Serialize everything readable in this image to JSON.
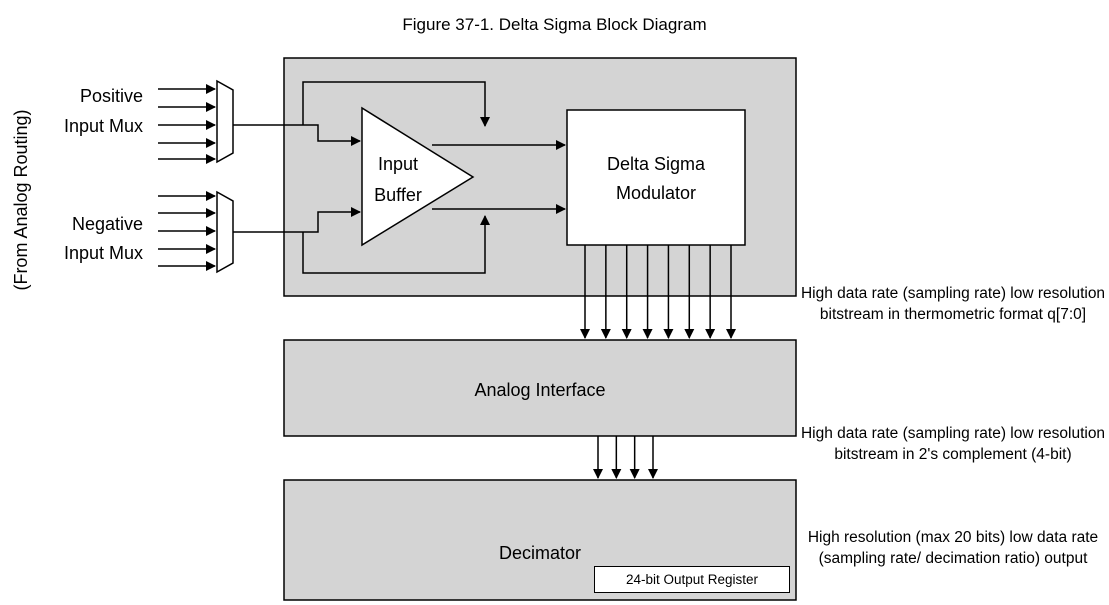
{
  "figure_title": "Figure 37-1.  Delta Sigma Block Diagram",
  "side_label": "(From Analog Routing)",
  "positive_mux": {
    "line1": "Positive",
    "line2": "Input Mux",
    "input_count": 5
  },
  "negative_mux": {
    "line1": "Negative",
    "line2": "Input Mux",
    "input_count": 5
  },
  "input_buffer": {
    "line1": "Input",
    "line2": "Buffer"
  },
  "modulator": {
    "line1": "Delta Sigma",
    "line2": "Modulator",
    "output_bits": 8
  },
  "analog_interface": {
    "label": "Analog Interface",
    "output_bits": 4
  },
  "decimator": {
    "label": "Decimator",
    "register_label": "24-bit Output Register"
  },
  "notes": {
    "modulator_output": "High data rate (sampling rate) low resolution bitstream in thermometric format q[7:0]",
    "interface_output": "High data rate (sampling rate) low resolution bitstream in 2's complement (4-bit)",
    "decimator_output": "High resolution (max 20 bits) low data rate (sampling rate/ decimation ratio) output"
  },
  "colors": {
    "block_fill": "#d4d4d4",
    "line": "#000000",
    "background": "#ffffff"
  }
}
